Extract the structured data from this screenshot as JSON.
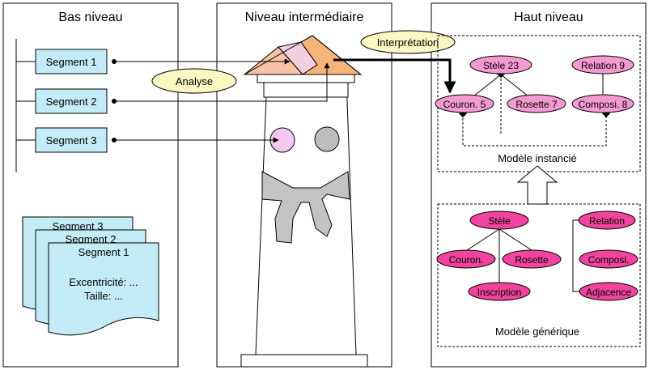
{
  "columns": {
    "low": "Bas niveau",
    "mid": "Niveau intermédiaire",
    "high": "Haut niveau"
  },
  "segments": [
    "Segment 1",
    "Segment 2",
    "Segment 3"
  ],
  "segment_cards": {
    "back": "Segment 3",
    "middle": "Segment 2",
    "front_title": "Segment 1",
    "front_line1": "Excentricité: ...",
    "front_line2": "Taille: ..."
  },
  "labels": {
    "analyse": "Analyse",
    "interpretation": "Interprétation"
  },
  "instance_model": {
    "caption": "Modèle instancié",
    "nodes": {
      "stele": "Stèle 23",
      "relation": "Relation 9",
      "couron": "Couron. 5",
      "rosette": "Rosette 7",
      "composi": "Composi. 8"
    }
  },
  "generic_model": {
    "caption": "Modèle générique",
    "nodes": {
      "stele": "Stèle",
      "couron": "Couron.",
      "rosette": "Rosette",
      "inscription": "Inscription",
      "relation": "Relation",
      "composi": "Composi.",
      "adjacence": "Adjacence"
    }
  },
  "colors": {
    "segment_fill": "#c4ecf8",
    "analyse_fill": "#fbf8c4",
    "instance_node": "#f49ad2",
    "generic_node": "#f0449e",
    "roof_left": "#f8c2a6",
    "roof_mid": "#f4cfe0",
    "roof_right": "#f7b47a",
    "rosette_light": "#f6c8f4",
    "rosette_grey": "#bdbdbd",
    "ribbon_grey": "#c3c3c3"
  }
}
